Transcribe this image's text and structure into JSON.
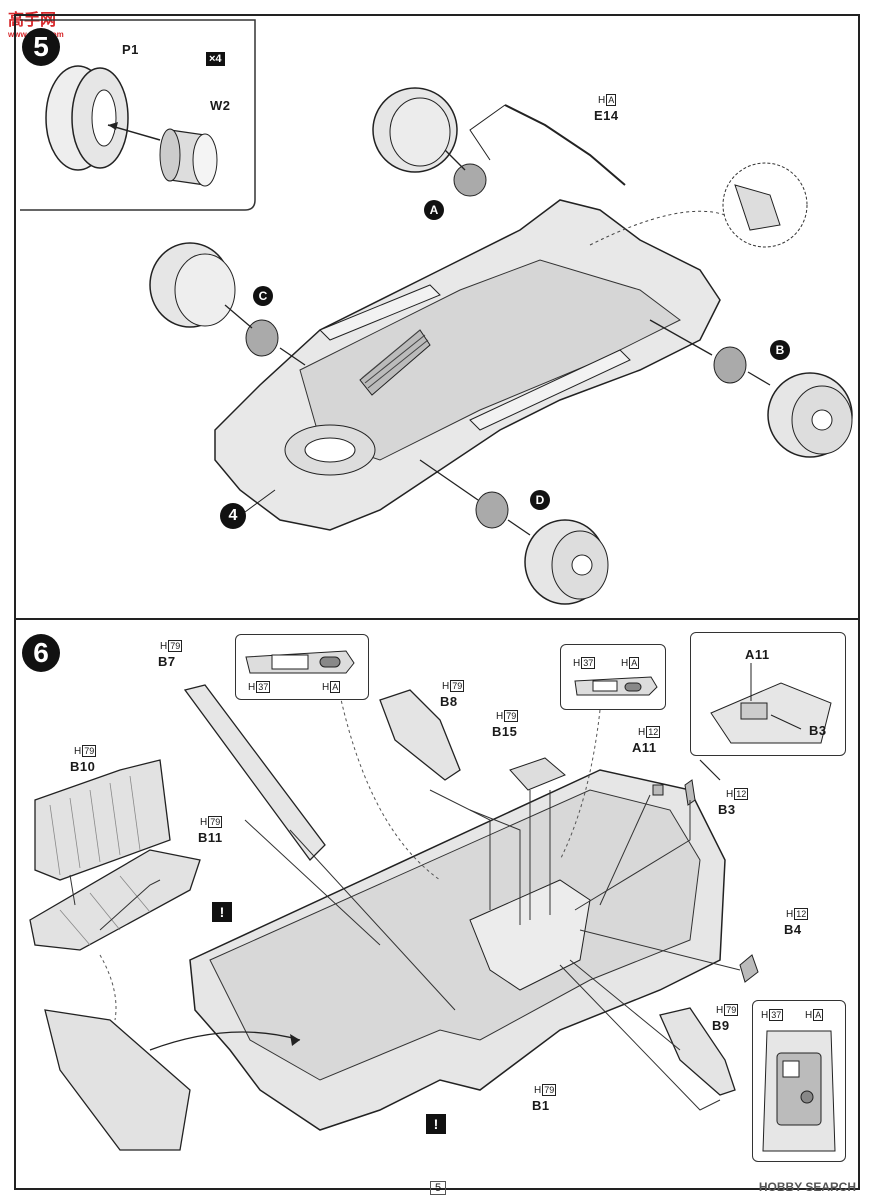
{
  "logo": {
    "text": "高手网",
    "sub": "www.gsm.com"
  },
  "step5": {
    "number": "5",
    "inset": {
      "p1": "P1",
      "w2": "W2",
      "qty": "×4"
    },
    "e14": {
      "code_prefix": "H",
      "code_box": "A",
      "label": "E14"
    },
    "markers": {
      "a": "A",
      "b": "B",
      "c": "C",
      "d": "D"
    },
    "ref_step": "4"
  },
  "step6": {
    "number": "6",
    "b7": {
      "code_prefix": "H",
      "code_box": "79",
      "label": "B7"
    },
    "b8": {
      "code_prefix": "H",
      "code_box": "79",
      "label": "B8"
    },
    "b15": {
      "code_prefix": "H",
      "code_box": "79",
      "label": "B15"
    },
    "a11": {
      "code_prefix": "H",
      "code_box": "12",
      "label": "A11"
    },
    "b3": {
      "code_prefix": "H",
      "code_box": "12",
      "label": "B3"
    },
    "b10": {
      "code_prefix": "H",
      "code_box": "79",
      "label": "B10"
    },
    "b11": {
      "code_prefix": "H",
      "code_box": "79",
      "label": "B11"
    },
    "b4": {
      "code_prefix": "H",
      "code_box": "12",
      "label": "B4"
    },
    "b9": {
      "code_prefix": "H",
      "code_box": "79",
      "label": "B9"
    },
    "b1": {
      "code_prefix": "H",
      "code_box": "79",
      "label": "B1"
    },
    "inset_left": {
      "h37": "37",
      "ha": "A"
    },
    "inset_mid": {
      "h37": "37",
      "ha": "A"
    },
    "inset_right": {
      "a11": "A11",
      "b3": "B3"
    },
    "inset_bottom": {
      "h37": "37",
      "ha": "A"
    },
    "warn_symbol": "!"
  },
  "footer": {
    "page": "5",
    "watermark": "HOBBY SEARCH"
  }
}
